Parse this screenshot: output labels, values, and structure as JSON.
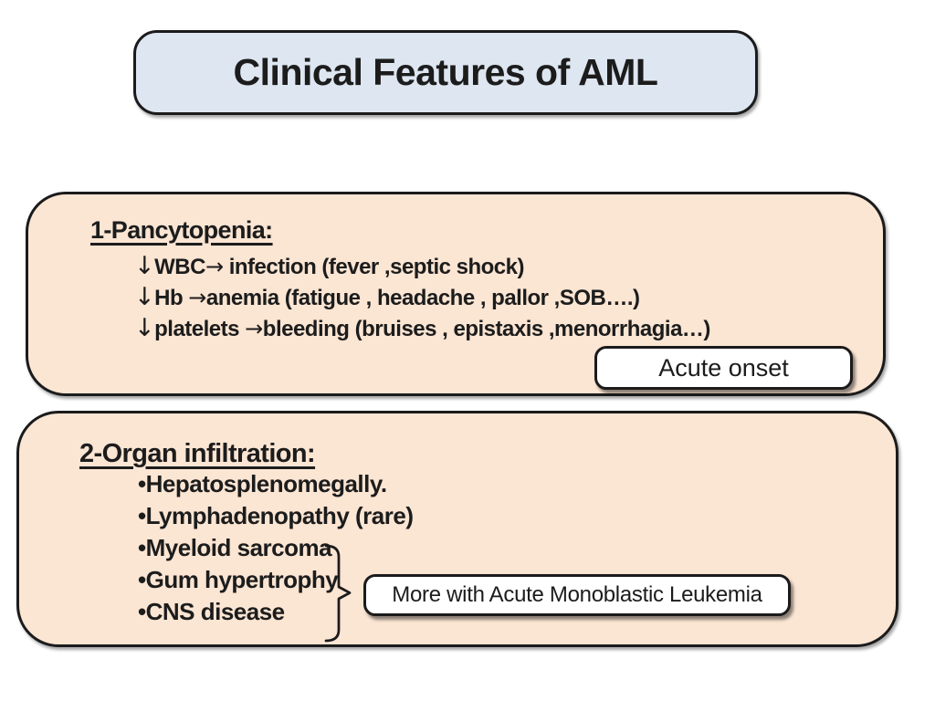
{
  "slide": {
    "title": "Clinical Features of AML",
    "colors": {
      "title_fill": "#dde6f1",
      "panel_fill": "#fbe5d3",
      "border": "#1b1b1b",
      "callout_fill": "#ffffff",
      "text": "#1c1c1c"
    },
    "pancytopenia": {
      "heading": "1-Pancytopenia:",
      "lines": [
        {
          "down": "↓",
          "lead": "WBC",
          "right": "→",
          "rest": " infection (fever ,septic shock)"
        },
        {
          "down": "↓",
          "lead": "Hb ",
          "right": "→",
          "rest": "anemia (fatigue , headache , pallor ,SOB….)"
        },
        {
          "down": "↓",
          "lead": "platelets ",
          "right": "→",
          "rest": "bleeding (bruises , epistaxis ,menorrhagia…)"
        }
      ],
      "callout": "Acute onset"
    },
    "organ_infiltration": {
      "heading": "2-Organ infiltration:",
      "bullet_char": "•",
      "bullets": [
        "Hepatosplenomegally.",
        "Lymphadenopathy (rare)",
        "Myeloid sarcoma",
        "Gum hypertrophy",
        "CNS disease"
      ],
      "callout": "More with Acute Monoblastic Leukemia"
    }
  }
}
